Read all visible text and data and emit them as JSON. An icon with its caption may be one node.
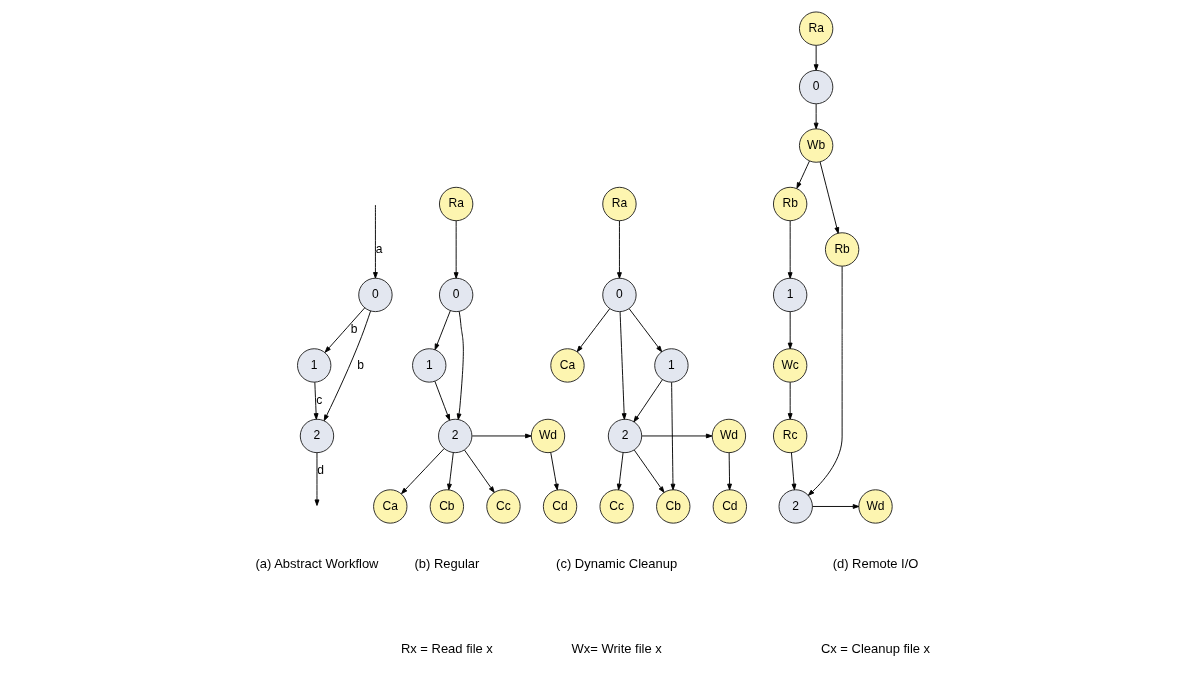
{
  "diagram": {
    "nodes": [
      {
        "text": [
          "0"
        ]
      },
      {
        "text": [
          "1"
        ]
      },
      {
        "text": [
          "2"
        ]
      },
      {
        "text": [
          "Ra"
        ]
      },
      {
        "text": [
          "0"
        ]
      },
      {
        "text": [
          "1"
        ]
      },
      {
        "text": [
          "2"
        ]
      },
      {
        "text": [
          "Wd"
        ]
      },
      {
        "text": [
          "Ca"
        ]
      },
      {
        "text": [
          "Cb"
        ]
      },
      {
        "text": [
          "Cc"
        ]
      },
      {
        "text": [
          "Cd"
        ]
      },
      {
        "text": [
          "Ra"
        ]
      },
      {
        "text": [
          "0"
        ]
      },
      {
        "text": [
          "Ca"
        ]
      },
      {
        "text": [
          "1"
        ]
      },
      {
        "text": [
          "2"
        ]
      },
      {
        "text": [
          "Wd"
        ]
      },
      {
        "text": [
          "Cb"
        ]
      },
      {
        "text": [
          "Cc"
        ]
      },
      {
        "text": [
          "Cd"
        ]
      },
      {
        "text": [
          "Ra"
        ]
      },
      {
        "text": [
          "0"
        ]
      },
      {
        "text": [
          "Wb"
        ]
      },
      {
        "text": [
          "Rb"
        ]
      },
      {
        "text": [
          "1"
        ]
      },
      {
        "text": [
          "Rb"
        ]
      },
      {
        "text": [
          "Wc"
        ]
      },
      {
        "text": [
          "Rc"
        ]
      },
      {
        "text": [
          "2"
        ]
      },
      {
        "text": [
          "Wd"
        ]
      }
    ],
    "edges": [
      {
        "from": null,
        "to": 0,
        "arrow": "to",
        "label": "a"
      },
      {
        "from": 0,
        "to": 1,
        "arrow": "to",
        "label": "b"
      },
      {
        "from": 0,
        "to": 2,
        "arrow": "to",
        "label": "b"
      },
      {
        "from": 1,
        "to": 2,
        "arrow": "to",
        "label": "c"
      },
      {
        "from": 2,
        "to": null,
        "arrow": "to",
        "label": "d"
      },
      {
        "from": 3,
        "to": 4,
        "arrow": "to"
      },
      {
        "from": 4,
        "to": 5,
        "arrow": "to"
      },
      {
        "from": 4,
        "to": 6,
        "arrow": "to"
      },
      {
        "from": 5,
        "to": 6,
        "arrow": "to"
      },
      {
        "from": 6,
        "to": 7,
        "arrow": "to"
      },
      {
        "from": 6,
        "to": 8,
        "arrow": "to"
      },
      {
        "from": 6,
        "to": 9,
        "arrow": "to"
      },
      {
        "from": 6,
        "to": 10,
        "arrow": "to"
      },
      {
        "from": 7,
        "to": 11,
        "arrow": "to"
      },
      {
        "from": 12,
        "to": 13,
        "arrow": "to"
      },
      {
        "from": 13,
        "to": 15,
        "arrow": "to"
      },
      {
        "from": 13,
        "to": 16,
        "arrow": "to"
      },
      {
        "from": 13,
        "to": 14,
        "arrow": "to"
      },
      {
        "from": 15,
        "to": 16,
        "arrow": "to"
      },
      {
        "from": 15,
        "to": 18,
        "arrow": "to"
      },
      {
        "from": 16,
        "to": 17,
        "arrow": "to"
      },
      {
        "from": 16,
        "to": 18,
        "arrow": "to"
      },
      {
        "from": 16,
        "to": 19,
        "arrow": "to"
      },
      {
        "from": 17,
        "to": 20,
        "arrow": "to"
      },
      {
        "from": 21,
        "to": 22,
        "arrow": "to"
      },
      {
        "from": 22,
        "to": 23,
        "arrow": "to"
      },
      {
        "from": 23,
        "to": 24,
        "arrow": "to"
      },
      {
        "from": 23,
        "to": 26,
        "arrow": "to"
      },
      {
        "from": 24,
        "to": 25,
        "arrow": "to"
      },
      {
        "from": 25,
        "to": 27,
        "arrow": "to"
      },
      {
        "from": 27,
        "to": 28,
        "arrow": "to"
      },
      {
        "from": 28,
        "to": 29,
        "arrow": "to"
      },
      {
        "from": 26,
        "to": 29,
        "arrow": "to"
      },
      {
        "from": 29,
        "to": 30,
        "arrow": "to"
      }
    ],
    "labels": [
      "(a) Abstract Workflow",
      "(b) Regular",
      "(c) Dynamic Cleanup",
      "(d) Remote I/O",
      "Rx = Read file x",
      "Wx= Write file x",
      "Cx = Cleanup file x"
    ]
  }
}
